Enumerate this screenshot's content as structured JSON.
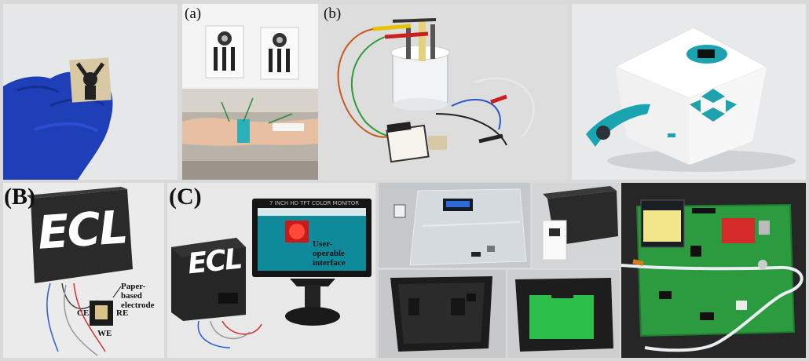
{
  "panel_labels": {
    "a": "(a)",
    "b": "(b)",
    "B": "(B)",
    "C": "(C)"
  },
  "panel_B": {
    "logo": "ECL",
    "annotation_paper": "Paper-based electrode",
    "electrode_ce": "CE",
    "electrode_re": "RE",
    "electrode_we": "WE"
  },
  "panel_C": {
    "logo": "ECL",
    "monitor_header": "7 INCH HD TFT COLOR MONITOR",
    "annotation_interface": "User-operable interface"
  }
}
